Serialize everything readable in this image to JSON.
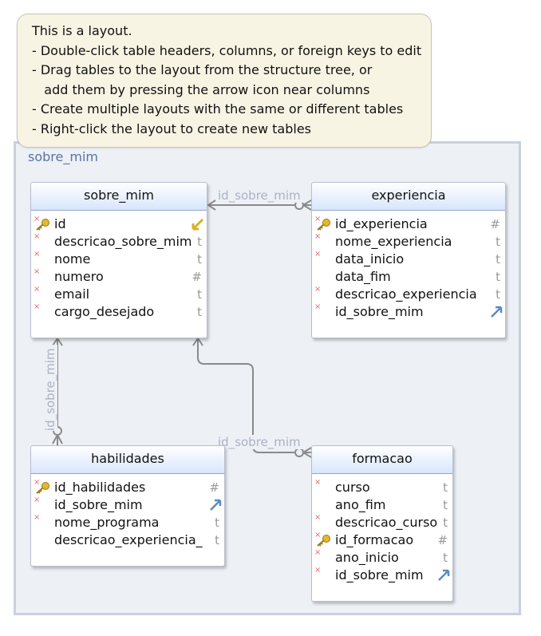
{
  "hint": {
    "lines": [
      "This is a layout.",
      "- Double-click table headers, columns, or foreign keys to edit",
      "- Drag tables to the layout from the structure tree, or",
      "   add them by pressing the arrow icon near columns",
      "- Create multiple layouts with the same or different tables",
      "- Right-click the layout to create new tables"
    ]
  },
  "layout_name": "sobre_mim",
  "colors": {
    "header_gradient": "#d8e6fb",
    "layout_bg": "#edf0f5",
    "hint_bg": "#f8f4e4",
    "relation_line": "#8a8a8a",
    "relation_label": "#a9b3c4"
  },
  "tables": {
    "sobre_mim": {
      "title": "sobre_mim",
      "columns": [
        {
          "name": "id",
          "type": "",
          "pk": true,
          "required": true,
          "fk_icon": "key-arrow-icon"
        },
        {
          "name": "descricao_sobre_mim",
          "type": "t",
          "pk": false,
          "required": true
        },
        {
          "name": "nome",
          "type": "t",
          "pk": false,
          "required": true
        },
        {
          "name": "numero",
          "type": "#",
          "pk": false,
          "required": true
        },
        {
          "name": "email",
          "type": "t",
          "pk": false,
          "required": true
        },
        {
          "name": "cargo_desejado",
          "type": "t",
          "pk": false,
          "required": true
        }
      ]
    },
    "experiencia": {
      "title": "experiencia",
      "columns": [
        {
          "name": "id_experiencia",
          "type": "#",
          "pk": true,
          "required": true
        },
        {
          "name": "nome_experiencia",
          "type": "t",
          "pk": false,
          "required": true
        },
        {
          "name": "data_inicio",
          "type": "t",
          "pk": false,
          "required": true
        },
        {
          "name": "data_fim",
          "type": "t",
          "pk": false,
          "required": false
        },
        {
          "name": "descricao_experiencia",
          "type": "t",
          "pk": false,
          "required": true
        },
        {
          "name": "id_sobre_mim",
          "type": "",
          "pk": false,
          "required": true,
          "fk_icon": "fk-arrow-icon"
        }
      ]
    },
    "habilidades": {
      "title": "habilidades",
      "columns": [
        {
          "name": "id_habilidades",
          "type": "#",
          "pk": true,
          "required": true
        },
        {
          "name": "id_sobre_mim",
          "type": "",
          "pk": false,
          "required": true,
          "fk_icon": "fk-arrow-icon"
        },
        {
          "name": "nome_programa",
          "type": "t",
          "pk": false,
          "required": true
        },
        {
          "name": "descricao_experiencia_",
          "type": "t",
          "pk": false,
          "required": false
        }
      ]
    },
    "formacao": {
      "title": "formacao",
      "columns": [
        {
          "name": "curso",
          "type": "t",
          "pk": false,
          "required": true
        },
        {
          "name": "ano_fim",
          "type": "t",
          "pk": false,
          "required": false
        },
        {
          "name": "descricao_curso",
          "type": "t",
          "pk": false,
          "required": true
        },
        {
          "name": "id_formacao",
          "type": "#",
          "pk": true,
          "required": true
        },
        {
          "name": "ano_inicio",
          "type": "t",
          "pk": false,
          "required": true
        },
        {
          "name": "id_sobre_mim",
          "type": "",
          "pk": false,
          "required": true,
          "fk_icon": "fk-arrow-icon"
        }
      ]
    }
  },
  "relations": [
    {
      "label": "id_sobre_mim",
      "from": "experiencia",
      "to": "sobre_mim"
    },
    {
      "label": "id_sobre_mim",
      "from": "habilidades",
      "to": "sobre_mim"
    },
    {
      "label": "id_sobre_mim",
      "from": "formacao",
      "to": "sobre_mim"
    }
  ]
}
